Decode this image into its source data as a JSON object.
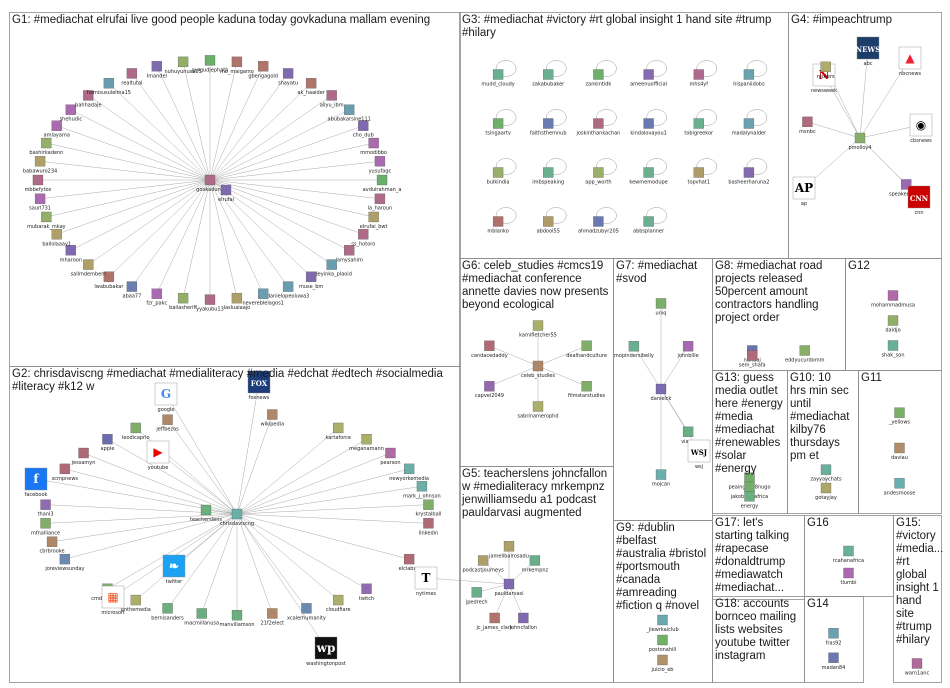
{
  "groups": [
    {
      "id": "G1",
      "title": "G1: #mediachat elrufai live good people kaduna today govkaduna mallam evening",
      "nodes": [
        "gurgudjephath",
        "mo_maigamo",
        "gbengagold",
        "shayatu",
        "ak_haaider",
        "allyu_ibm",
        "abubakarsine111",
        "cho_dub",
        "mmodibbo",
        "yusufagc",
        "avduirahman_a",
        "la_haroun",
        "elrufai_bwt",
        "ss_hotoro",
        "lamysahim",
        "adeyinka_plaoid",
        "muse_bm",
        "danielopeoluwa3",
        "nevereblelagos1",
        "laslualaajo",
        "yyakubu13",
        "govkaduna",
        "elrufai",
        "bailasheriff",
        "fzr_pakc",
        "abaa77",
        "lwabubakar",
        "sallmdembem",
        "mharoon",
        "ballolaaay1",
        "mubarak_mkay",
        "saurl731",
        "mbbefytox",
        "babawuro234",
        "bashirkadenn",
        "amlayama",
        "shehudic",
        "bahhadaje",
        "hamisusuleima15",
        "realtutal",
        "Imandel",
        "nuhuyunusa15"
      ]
    },
    {
      "id": "G2",
      "title": "G2: chrisdaviscng #mediachat #medialiteracy #media #edchat #edtech #socialmedia #literacy #k12 w",
      "nodes": [
        "google",
        "wikipedia",
        "foxnews",
        "kartaforce",
        "meganamann",
        "pearson",
        "newyorkemedia",
        "mark_j_ohnson",
        "krystalball",
        "linkedin",
        "youtube",
        "elclabux",
        "facebook",
        "twitch",
        "cloudfiare",
        "xcalerhumanity",
        "21f2elect",
        "teacherslens",
        "chrisdaviscng",
        "manvillamson",
        "macmillanusa",
        "bernisanders",
        "onthemedia",
        "cmdelsessop",
        "twitter",
        "joreviewsunday",
        "cbrbrooke",
        "mfnalliance",
        "thanl3",
        "microsoft",
        "scmpnews",
        "jessamyn",
        "apple",
        "leodicaprio",
        "jeffbezos",
        "washingtonpost"
      ]
    },
    {
      "id": "G3",
      "title": "G3: #mediachat #victory #rt global insight 1 hand site #trump #hilary",
      "nodes": [
        "mudd_cloudy",
        "zakabubaker",
        "zankintidk",
        "ameenuofficial",
        "mhs4yf",
        "hispaniidobs",
        "tsingaartv",
        "faithsthemnub",
        "joskinthankachan",
        "kindalovayou1",
        "tobigreekor",
        "madalynalder",
        "bulkindia",
        "imbspeaking",
        "app_worth",
        "kewmemodupe",
        "topvhat1",
        "basheerharuna2",
        "mblanko",
        "abdool55",
        "ahmadzubyr205",
        "abbsplanner"
      ]
    },
    {
      "id": "G4",
      "title": "G4: #impeachtrump",
      "nodes": [
        "newsweek",
        "abc",
        "nbcnews",
        "speakerpelosi",
        "pmolloy4",
        "cbsnews",
        "ap",
        "cnn",
        "msnbc",
        "reuters"
      ]
    },
    {
      "id": "G5",
      "title": "G5: teacherslens johncfallon w #medialiteracy mrkempnz jenwilliamsedu a1 podcast pauldarvasi augmented",
      "nodes": [
        "jamelibalrosadu",
        "mrkempnz",
        "nytimes",
        "pauldarvasi",
        "johncfallon",
        "jc_james_clark",
        "jpedrech",
        "podcastjourneys"
      ]
    },
    {
      "id": "G6",
      "title": "G6: celeb_studies #cmcs19 #mediachat conference annette davies now presents beyond ecological",
      "nodes": [
        "kamifletcher55",
        "dealhandculture",
        "celeb_studies",
        "filmstarstudies",
        "sabrinamerophd",
        "capvel2049",
        "candacedaddy"
      ]
    },
    {
      "id": "G7",
      "title": "G7: #mediachat #svod",
      "nodes": [
        "uniq",
        "johnbille",
        "vianp",
        "danielck",
        "mojcan",
        "wsj",
        "mopindersibelly"
      ]
    },
    {
      "id": "G8",
      "title": "G8: #mediachat road projects released 50percent amount contractors handling project order",
      "nodes": [
        "nunuaj",
        "eddyucurdomm",
        "sem_shafa"
      ]
    },
    {
      "id": "G9",
      "title": "G9: #dublin #belfast #australia #bristol #portsmouth #canada #amreading #fiction q #novel",
      "nodes": [
        "_jlewrkaiclub",
        "postonahill",
        "juicio_eb"
      ]
    },
    {
      "id": "G10",
      "title": "G10: 10 hrs min sec until #mediachat kilby76 thursdays pm et",
      "nodes": [
        "zayyaychats",
        "gotayjay"
      ]
    },
    {
      "id": "G11",
      "title": "G11",
      "nodes": [
        "_yellows",
        "daviau",
        "andesmoose"
      ]
    },
    {
      "id": "G12",
      "title": "G12",
      "nodes": [
        "mohammadmusa",
        "daldjo",
        "shak_son"
      ]
    },
    {
      "id": "G13",
      "title": "G13: guess media outlet here #energy #media #mediachat #renewables #solar #energy",
      "nodes": [
        "peaingsi5r8nugo",
        "jakobiaa_africa",
        "energy"
      ]
    },
    {
      "id": "G14",
      "title": "G14",
      "nodes": [
        "fras92",
        "madan84"
      ]
    },
    {
      "id": "G15",
      "title": "G15: #victory #media... #rt global insight 1 hand site #trump #hilary",
      "nodes": [
        "warn1anc"
      ]
    },
    {
      "id": "G16",
      "title": "G16",
      "nodes": [
        "rcahanafrica",
        "tlumbi"
      ]
    },
    {
      "id": "G17",
      "title": "G17: let's starting talking #rapecase #donaldtrump #mediawatch #mediachat...",
      "nodes": []
    },
    {
      "id": "G18",
      "title": "G18: accounts bornceo mailing lists websites youtube twitter instagram",
      "nodes": []
    }
  ],
  "colors": {
    "border": "#8c8c8c",
    "edge": "#9a9a9a",
    "edge_red": "#b0303a",
    "text": "#1a1a1a"
  },
  "icons": [
    "newsweek-logo",
    "abc-logo",
    "nbc-peacock-logo",
    "cbs-eye-logo",
    "ap-logo",
    "cnn-logo",
    "google-logo",
    "youtube-logo",
    "facebook-logo",
    "twitter-logo",
    "microsoft-logo",
    "wsj-logo",
    "nytimes-logo",
    "washingtonpost-logo",
    "foxnews-logo"
  ]
}
